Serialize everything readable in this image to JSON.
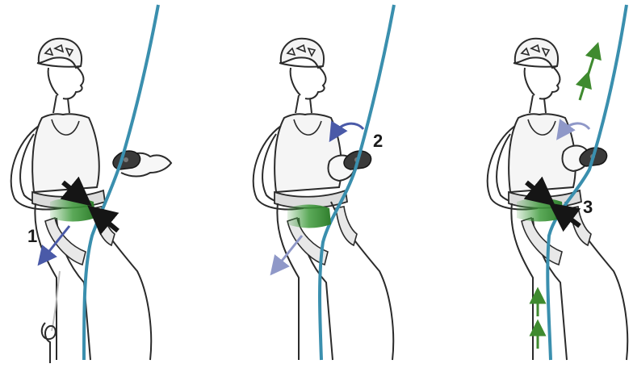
{
  "steps": [
    {
      "label": "1"
    },
    {
      "label": "2"
    },
    {
      "label": "3"
    }
  ],
  "colors": {
    "rope": "#3a8fae",
    "rope_dark": "#2f7390",
    "line": "#2b2b2b",
    "glove": "#3e9a3b",
    "glove_dark": "#2f7d2c",
    "arrow_blue": "#4a5aa8",
    "arrow_blue_faded": "#8f98c8",
    "arrow_green": "#3f8a2f",
    "arrow_black": "#151515",
    "device": "#3a3a3a"
  },
  "icons": {
    "pull_arrow": "arrow-down-left-icon",
    "lever_arrow": "curved-arrow-left-icon",
    "squeeze_arrows": "squeeze-arrows-icon",
    "ascend_arrows": "arrow-up-icon"
  }
}
